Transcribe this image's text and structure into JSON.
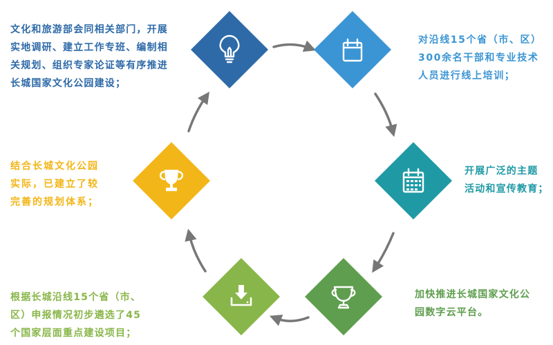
{
  "steps": [
    {
      "color": "#2e6aa8",
      "icon": "lightbulb-icon",
      "lines": [
        "文化和旅游部会同相关部门，开展",
        "实地调研、建立工作专班、编制相",
        "关规划、组织专家论证等有序推进",
        "长城国家文化公园建设；"
      ]
    },
    {
      "color": "#3b95d4",
      "icon": "calendar-icon",
      "lines": [
        "对沿线15个省（市、区）",
        "300余名干部和专业技术",
        "人员进行线上培训；"
      ]
    },
    {
      "color": "#1f9aa5",
      "icon": "calendar-grid-icon",
      "lines": [
        "开展广泛的主题",
        "活动和宣传教育；"
      ]
    },
    {
      "color": "#5e9e4e",
      "icon": "trophy-cup-icon",
      "lines": [
        "加快推进长城国家文化公",
        "园数字云平台。"
      ]
    },
    {
      "color": "#89b64a",
      "icon": "download-icon",
      "lines": [
        "根据长城沿线15个省（市、",
        "区）申报情况初步遴选了45",
        "个国家层面重点建设项目；"
      ]
    },
    {
      "color": "#f2b618",
      "icon": "trophy-icon",
      "lines": [
        "结合长城文化公园",
        "实际，已建立了较",
        "完善的规划体系；"
      ]
    }
  ]
}
